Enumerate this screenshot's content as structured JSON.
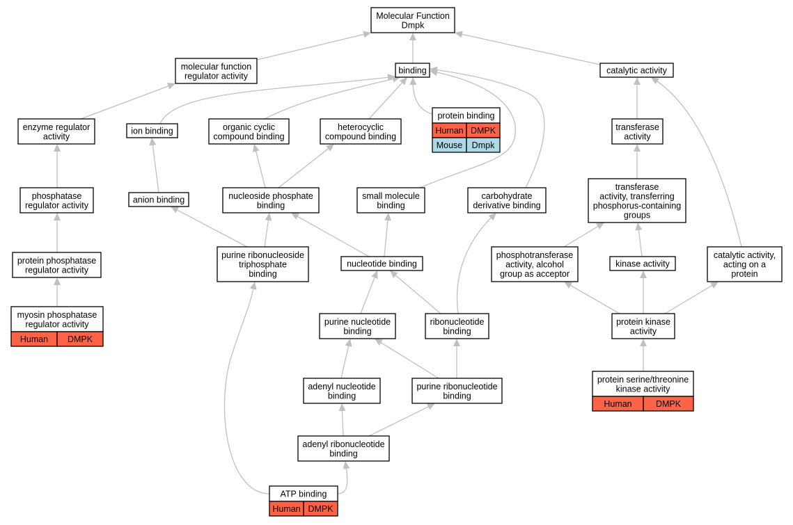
{
  "colors": {
    "human": "#ff6347",
    "mouse": "#add8e6",
    "edge": "#c0c0c0"
  },
  "nodes": [
    {
      "id": "molecular_function",
      "lines": [
        "Molecular Function",
        "Dmpk"
      ]
    },
    {
      "id": "mf_regulator",
      "lines": [
        "molecular function",
        "regulator activity"
      ]
    },
    {
      "id": "binding",
      "lines": [
        "binding"
      ]
    },
    {
      "id": "catalytic",
      "lines": [
        "catalytic activity"
      ]
    },
    {
      "id": "enzyme_reg",
      "lines": [
        "enzyme regulator",
        "activity"
      ]
    },
    {
      "id": "ion_binding",
      "lines": [
        "ion binding"
      ]
    },
    {
      "id": "organic_cyclic",
      "lines": [
        "organic cyclic",
        "compound binding"
      ]
    },
    {
      "id": "heterocyclic",
      "lines": [
        "heterocyclic",
        "compound binding"
      ]
    },
    {
      "id": "protein_binding",
      "lines": [
        "protein binding"
      ],
      "annotations": [
        {
          "species": "Human",
          "gene": "DMPK",
          "color": "human"
        },
        {
          "species": "Mouse",
          "gene": "Dmpk",
          "color": "mouse"
        }
      ]
    },
    {
      "id": "transferase",
      "lines": [
        "transferase",
        "activity"
      ]
    },
    {
      "id": "phosphatase_reg",
      "lines": [
        "phosphatase",
        "regulator activity"
      ]
    },
    {
      "id": "anion_binding",
      "lines": [
        "anion binding"
      ]
    },
    {
      "id": "nucleoside_phosphate",
      "lines": [
        "nucleoside phosphate",
        "binding"
      ]
    },
    {
      "id": "small_molecule",
      "lines": [
        "small molecule",
        "binding"
      ]
    },
    {
      "id": "carbohydrate_deriv",
      "lines": [
        "carbohydrate",
        "derivative binding"
      ]
    },
    {
      "id": "transferase_phospho",
      "lines": [
        "transferase",
        "activity, transferring",
        "phosphorus-containing",
        "groups"
      ]
    },
    {
      "id": "protein_phosphatase_reg",
      "lines": [
        "protein phosphatase",
        "regulator activity"
      ]
    },
    {
      "id": "purine_ribonucleoside_tp",
      "lines": [
        "purine ribonucleoside",
        "triphosphate",
        "binding"
      ]
    },
    {
      "id": "nucleotide_binding",
      "lines": [
        "nucleotide binding"
      ]
    },
    {
      "id": "phosphotransferase_alcohol",
      "lines": [
        "phosphotransferase",
        "activity, alcohol",
        "group as acceptor"
      ]
    },
    {
      "id": "kinase_activity",
      "lines": [
        "kinase activity"
      ]
    },
    {
      "id": "catalytic_protein",
      "lines": [
        "catalytic activity,",
        "acting on a",
        "protein"
      ]
    },
    {
      "id": "myosin_phosphatase_reg",
      "lines": [
        "myosin phosphatase",
        "regulator activity"
      ],
      "annotations": [
        {
          "species": "Human",
          "gene": "DMPK",
          "color": "human"
        }
      ]
    },
    {
      "id": "purine_nucleotide",
      "lines": [
        "purine nucleotide",
        "binding"
      ]
    },
    {
      "id": "ribonucleotide",
      "lines": [
        "ribonucleotide",
        "binding"
      ]
    },
    {
      "id": "protein_kinase",
      "lines": [
        "protein kinase",
        "activity"
      ]
    },
    {
      "id": "adenyl_nucleotide",
      "lines": [
        "adenyl nucleotide",
        "binding"
      ]
    },
    {
      "id": "purine_ribonucleotide",
      "lines": [
        "purine ribonucleotide",
        "binding"
      ]
    },
    {
      "id": "protein_ser_thr_kinase",
      "lines": [
        "protein serine/threonine",
        "kinase activity"
      ],
      "annotations": [
        {
          "species": "Human",
          "gene": "DMPK",
          "color": "human"
        }
      ]
    },
    {
      "id": "adenyl_ribonucleotide",
      "lines": [
        "adenyl ribonucleotide",
        "binding"
      ]
    },
    {
      "id": "atp_binding",
      "lines": [
        "ATP binding"
      ],
      "annotations": [
        {
          "species": "Human",
          "gene": "DMPK",
          "color": "human"
        }
      ]
    }
  ],
  "edges": [
    {
      "from": "mf_regulator",
      "to": "molecular_function"
    },
    {
      "from": "binding",
      "to": "molecular_function"
    },
    {
      "from": "catalytic",
      "to": "molecular_function"
    },
    {
      "from": "enzyme_reg",
      "to": "mf_regulator"
    },
    {
      "from": "ion_binding",
      "to": "binding"
    },
    {
      "from": "organic_cyclic",
      "to": "binding"
    },
    {
      "from": "heterocyclic",
      "to": "binding"
    },
    {
      "from": "protein_binding",
      "to": "binding"
    },
    {
      "from": "small_molecule",
      "to": "binding"
    },
    {
      "from": "carbohydrate_deriv",
      "to": "binding"
    },
    {
      "from": "transferase",
      "to": "catalytic"
    },
    {
      "from": "catalytic_protein",
      "to": "catalytic"
    },
    {
      "from": "phosphatase_reg",
      "to": "enzyme_reg"
    },
    {
      "from": "anion_binding",
      "to": "ion_binding"
    },
    {
      "from": "nucleoside_phosphate",
      "to": "organic_cyclic"
    },
    {
      "from": "nucleoside_phosphate",
      "to": "heterocyclic"
    },
    {
      "from": "transferase_phospho",
      "to": "transferase"
    },
    {
      "from": "protein_phosphatase_reg",
      "to": "phosphatase_reg"
    },
    {
      "from": "purine_ribonucleoside_tp",
      "to": "anion_binding"
    },
    {
      "from": "purine_ribonucleoside_tp",
      "to": "nucleoside_phosphate"
    },
    {
      "from": "nucleotide_binding",
      "to": "nucleoside_phosphate"
    },
    {
      "from": "nucleotide_binding",
      "to": "small_molecule"
    },
    {
      "from": "ribonucleotide",
      "to": "carbohydrate_deriv"
    },
    {
      "from": "phosphotransferase_alcohol",
      "to": "transferase_phospho"
    },
    {
      "from": "kinase_activity",
      "to": "transferase_phospho"
    },
    {
      "from": "myosin_phosphatase_reg",
      "to": "protein_phosphatase_reg"
    },
    {
      "from": "purine_nucleotide",
      "to": "nucleotide_binding"
    },
    {
      "from": "ribonucleotide",
      "to": "nucleotide_binding"
    },
    {
      "from": "protein_kinase",
      "to": "phosphotransferase_alcohol"
    },
    {
      "from": "protein_kinase",
      "to": "kinase_activity"
    },
    {
      "from": "protein_kinase",
      "to": "catalytic_protein"
    },
    {
      "from": "adenyl_nucleotide",
      "to": "purine_nucleotide"
    },
    {
      "from": "purine_ribonucleotide",
      "to": "purine_nucleotide"
    },
    {
      "from": "purine_ribonucleotide",
      "to": "ribonucleotide"
    },
    {
      "from": "protein_ser_thr_kinase",
      "to": "protein_kinase"
    },
    {
      "from": "adenyl_ribonucleotide",
      "to": "adenyl_nucleotide"
    },
    {
      "from": "adenyl_ribonucleotide",
      "to": "purine_ribonucleotide"
    },
    {
      "from": "atp_binding",
      "to": "adenyl_ribonucleotide"
    },
    {
      "from": "atp_binding",
      "to": "purine_ribonucleoside_tp"
    }
  ]
}
